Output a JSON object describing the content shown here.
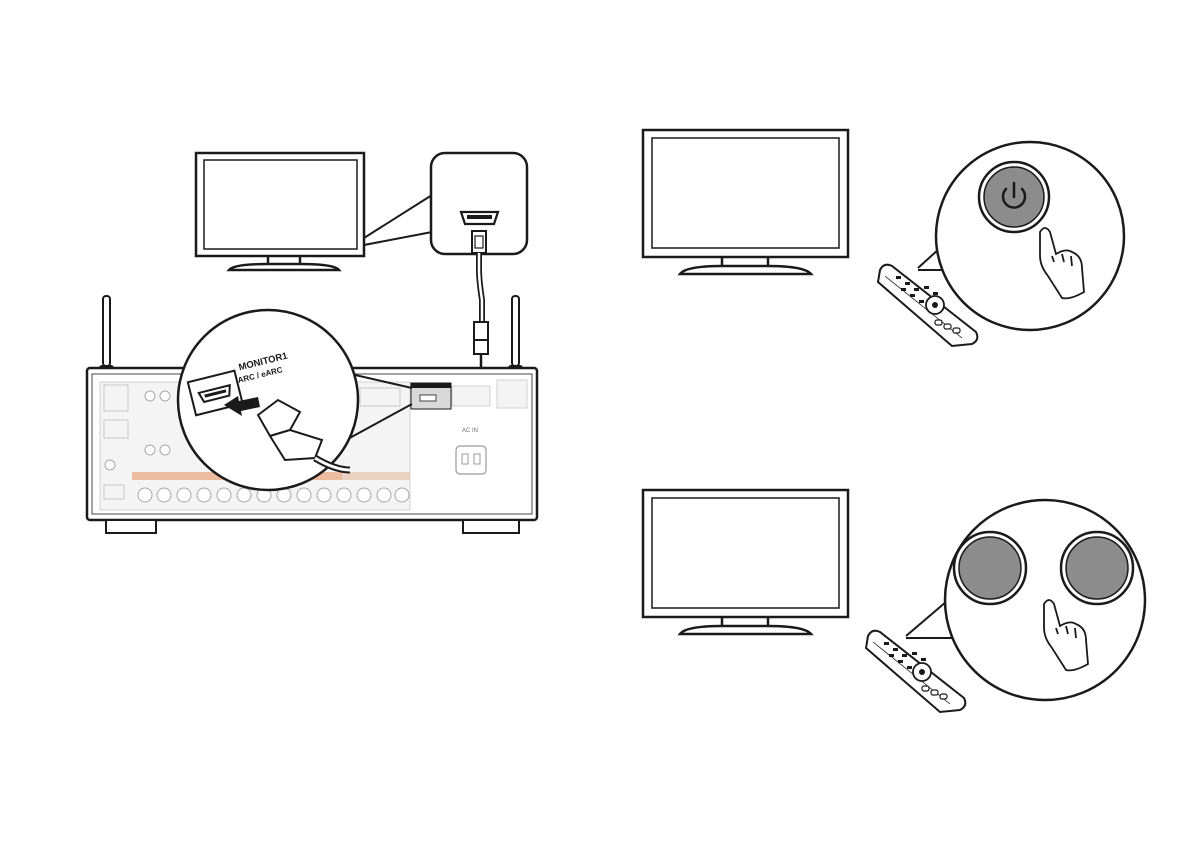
{
  "diagram": {
    "hdmi_callout_label_line1": "MONITOR1",
    "hdmi_callout_label_line2": "ARC / eARC",
    "receiver_power_label": "AC IN"
  },
  "steps": [
    {
      "illustration": "tv-power-on",
      "remote_button_icon": "power-icon"
    },
    {
      "illustration": "tv-input-select",
      "remote_button_icon": "blank-round-buttons"
    }
  ],
  "colors": {
    "line": "#1a1a1a",
    "button_gray": "#8c8c8c",
    "receiver_panel_gray": "#e6e6e6",
    "receiver_accent_orange": "#e9a37a"
  }
}
